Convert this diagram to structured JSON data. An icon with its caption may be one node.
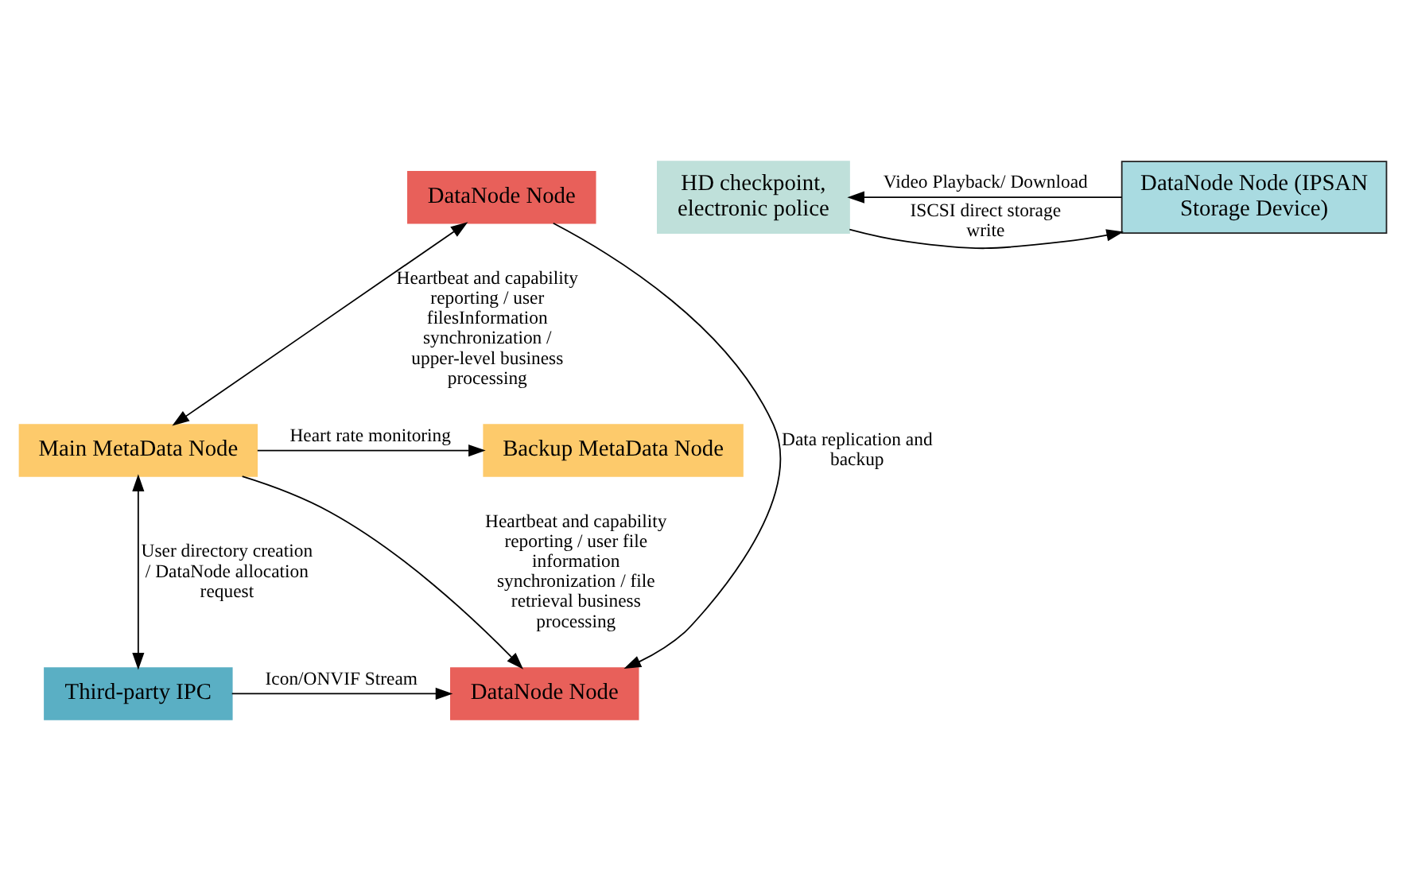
{
  "diagram": {
    "nodes": [
      {
        "text": [
          "Main MetaData Node"
        ]
      },
      {
        "text": [
          "Backup MetaData Node"
        ]
      },
      {
        "text": [
          "DataNode Node"
        ]
      },
      {
        "text": [
          "Third-party IPC"
        ]
      },
      {
        "text": [
          "HD checkpoint, electronic police"
        ]
      },
      {
        "text": [
          "DataNode Node"
        ]
      },
      {
        "text": [
          "DataNode Node (IPSAN Storage Device)"
        ]
      }
    ],
    "edges": [
      {
        "from": 0,
        "to": 1,
        "arrow": "to",
        "label": "Heart rate monitoring"
      },
      {
        "from": 2,
        "to": 0,
        "arrow": "both",
        "label": "Heartbeat and capability reporting / user filesInformation synchronization / upper-level business processing"
      },
      {
        "from": 0,
        "to": 3,
        "arrow": "both",
        "label": "User directory creation / DataNode allocation request"
      },
      {
        "from": 0,
        "to": 5,
        "arrow": "to",
        "label": "Heartbeat and capability reporting / user file information synchronization / file retrieval business processing"
      },
      {
        "from": 2,
        "to": 5,
        "arrow": "to",
        "label": "Data replication and backup"
      },
      {
        "from": 3,
        "to": 5,
        "arrow": "to",
        "label": "Icon/ONVIF Stream"
      },
      {
        "from": 4,
        "to": 6,
        "arrow": "to",
        "label": "ISCSI direct storage write"
      },
      {
        "from": 6,
        "to": 4,
        "arrow": "to",
        "label": "Video Playback/ Download"
      }
    ]
  }
}
